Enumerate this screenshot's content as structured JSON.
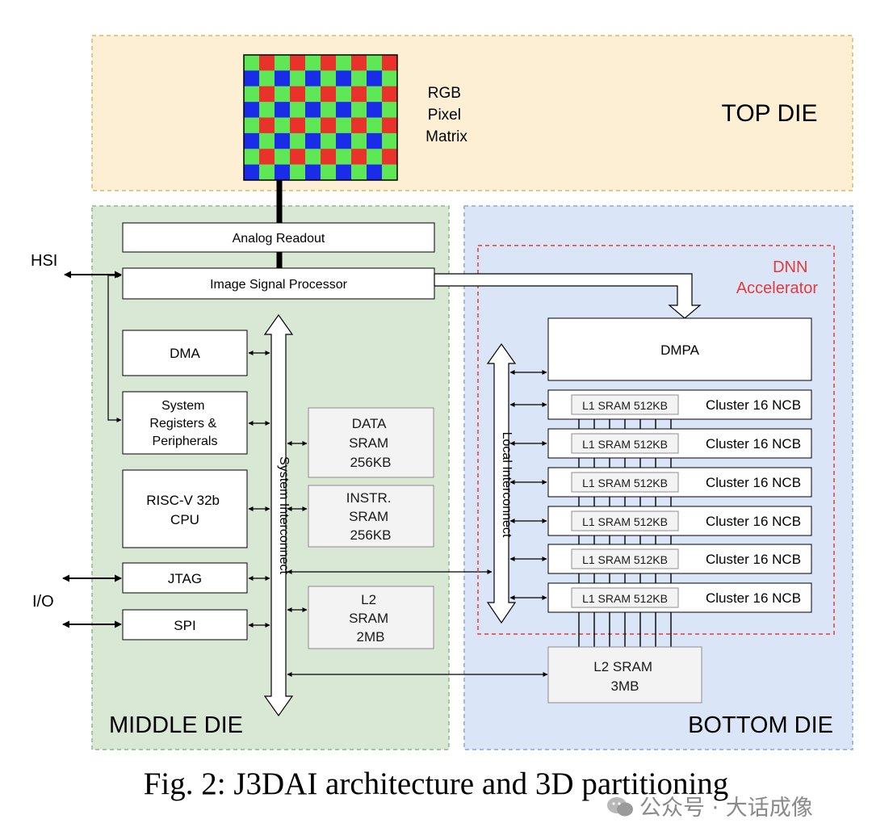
{
  "dies": {
    "top": "TOP DIE",
    "middle": "MIDDLE DIE",
    "bottom": "BOTTOM DIE"
  },
  "pixel_matrix": {
    "label_lines": [
      "RGB",
      "Pixel",
      "Matrix"
    ],
    "colors": {
      "red": "#e8322a",
      "green": "#5ee855",
      "blue": "#1a2ce8"
    }
  },
  "middle": {
    "analog_readout": "Analog Readout",
    "isp": "Image Signal Processor",
    "dma": "DMA",
    "sysreg_lines": [
      "System",
      "Registers &",
      "Peripherals"
    ],
    "cpu_lines": [
      "RISC-V 32b",
      "CPU"
    ],
    "jtag": "JTAG",
    "spi": "SPI",
    "data_sram_lines": [
      "DATA",
      "SRAM",
      "256KB"
    ],
    "instr_sram_lines": [
      "INSTR.",
      "SRAM",
      "256KB"
    ],
    "l2_sram_lines": [
      "L2",
      "SRAM",
      "2MB"
    ],
    "system_interconnect": "System Interconnect"
  },
  "external": {
    "hsi": "HSI",
    "io": "I/O"
  },
  "bottom": {
    "dnn_lines": [
      "DNN",
      "Accelerator"
    ],
    "dmpa": "DMPA",
    "local_interconnect": "Local Interconnect",
    "clusters": [
      {
        "l1": "L1 SRAM 512KB",
        "name": "Cluster 16 NCB"
      },
      {
        "l1": "L1 SRAM 512KB",
        "name": "Cluster 16 NCB"
      },
      {
        "l1": "L1 SRAM 512KB",
        "name": "Cluster 16 NCB"
      },
      {
        "l1": "L1 SRAM 512KB",
        "name": "Cluster 16 NCB"
      },
      {
        "l1": "L1 SRAM 512KB",
        "name": "Cluster 16 NCB"
      },
      {
        "l1": "L1 SRAM 512KB",
        "name": "Cluster 16 NCB"
      }
    ],
    "l2_sram_lines": [
      "L2 SRAM",
      "3MB"
    ]
  },
  "caption": "Fig. 2: J3DAI architecture and 3D partitioning",
  "watermark": "公众号 · 大话成像",
  "colors": {
    "top_die_fill": "#fcefd3",
    "top_die_border": "#d8b86a",
    "middle_die_fill": "#d8e8d4",
    "middle_die_border": "#8fb78a",
    "bottom_die_fill": "#dae6f8",
    "bottom_die_border": "#8ea8cf",
    "dnn_border": "#e23b3b",
    "dnn_text": "#e23b3b",
    "sram_fill": "#f3f3f3",
    "sram_border": "#8c8c8c"
  }
}
